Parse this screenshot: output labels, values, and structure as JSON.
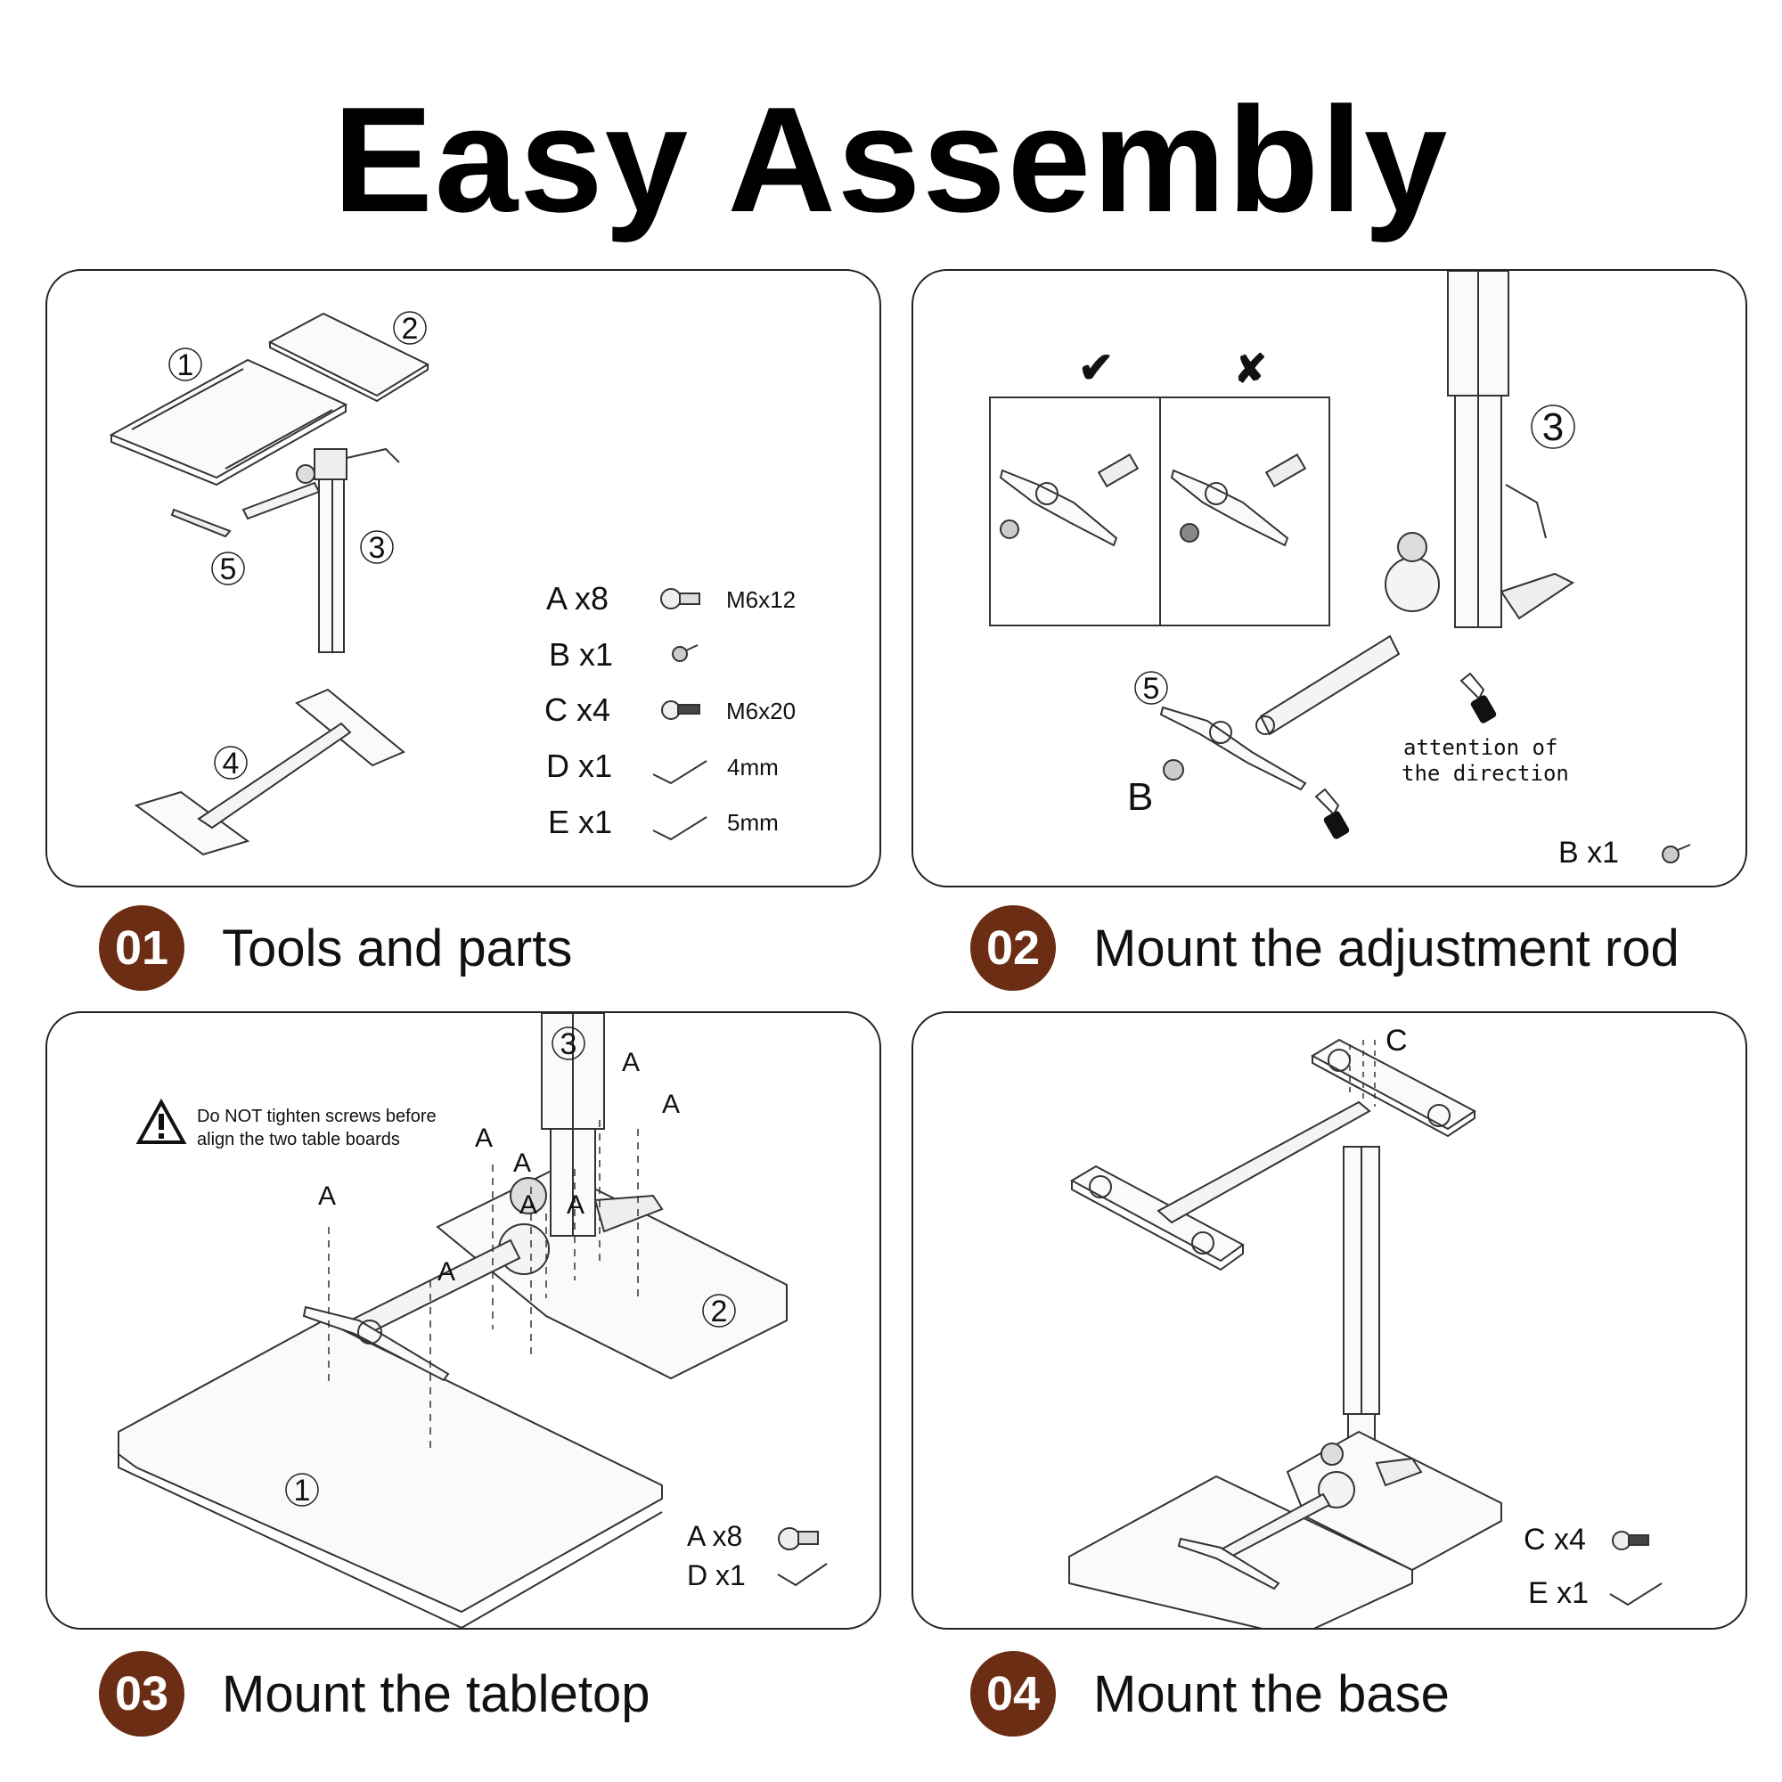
{
  "title": "Easy Assembly",
  "steps": [
    {
      "number": "01",
      "caption": "Tools and parts"
    },
    {
      "number": "02",
      "caption": "Mount the adjustment rod"
    },
    {
      "number": "03",
      "caption": "Mount the tabletop"
    },
    {
      "number": "04",
      "caption": "Mount the base"
    }
  ],
  "panel1": {
    "part_labels": [
      "1",
      "2",
      "3",
      "4",
      "5"
    ],
    "parts": [
      {
        "label": "A x8",
        "spec": "M6x12"
      },
      {
        "label": "B x1",
        "spec": ""
      },
      {
        "label": "C x4",
        "spec": "M6x20"
      },
      {
        "label": "D x1",
        "spec": "4mm"
      },
      {
        "label": "E x1",
        "spec": "5mm"
      }
    ]
  },
  "panel2": {
    "correct_mark": "✔",
    "wrong_mark": "✘",
    "label_3": "3",
    "label_5": "5",
    "label_b": "B",
    "note_line1": "attention  of",
    "note_line2": "the  direction",
    "part": "B x1"
  },
  "panel3": {
    "warning_line1": "Do NOT tighten screws before",
    "warning_line2": "align the two table boards",
    "screw_label": "A",
    "label_1": "1",
    "label_2": "2",
    "label_3": "3",
    "parts": [
      "A x8",
      "D x1"
    ]
  },
  "panel4": {
    "screw_label": "C",
    "parts": [
      "C x4",
      "E x1"
    ]
  }
}
